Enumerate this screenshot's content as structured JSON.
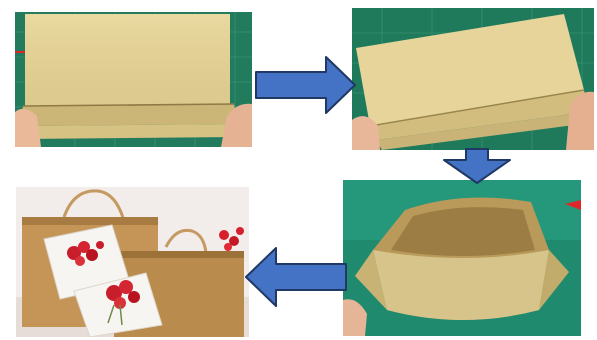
{
  "panels": [
    {
      "step": 1,
      "name": "fold-bottom-edge-up"
    },
    {
      "step": 2,
      "name": "fold-sides-over"
    },
    {
      "step": 3,
      "name": "open-bag-body"
    },
    {
      "step": 4,
      "name": "finished-gift-bags"
    }
  ],
  "arrows": [
    {
      "direction": "right",
      "from": 1,
      "to": 2
    },
    {
      "direction": "down",
      "from": 2,
      "to": 3
    },
    {
      "direction": "left",
      "from": 3,
      "to": 4
    }
  ],
  "colors": {
    "arrow_fill": "#4472c4",
    "arrow_stroke": "#1f3864",
    "mat_green": "#1f7a5c",
    "kraft_paper": "#d8c58a",
    "kraft_bag": "#b98b4c",
    "flower_red": "#c81d2a"
  }
}
